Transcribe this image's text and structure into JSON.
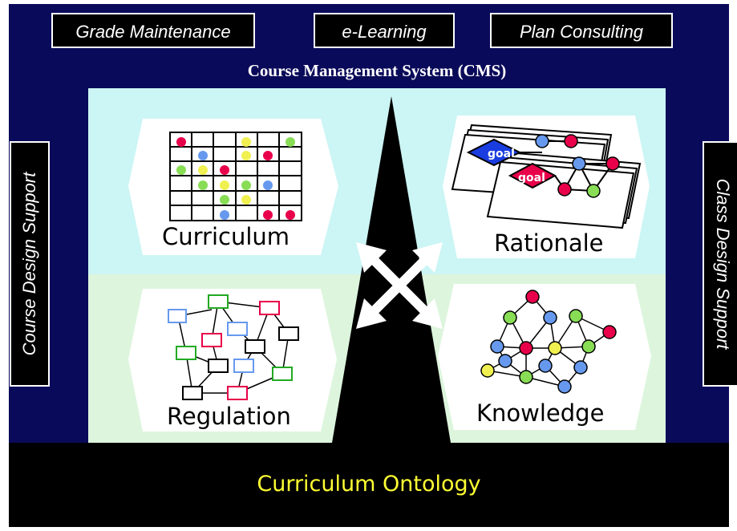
{
  "top_tabs": {
    "grade": "Grade Maintenance",
    "elearning": "e-Learning",
    "plan": "Plan Consulting"
  },
  "cms_title": "Course Management System (CMS)",
  "side_left": "Course Design Support",
  "side_right": "Class Design Support",
  "quadrants": {
    "curriculum": "Curriculum",
    "rationale": "Rationale",
    "regulation": "Regulation",
    "knowledge": "Knowledge",
    "goal_label": "goal"
  },
  "ontology": "Curriculum Ontology",
  "colors": {
    "frame": "#0a0a5a",
    "upper_bg": "#ccf5f5",
    "lower_bg": "#ddf5dd",
    "red": "#e8004a",
    "blue": "#6699ee",
    "green": "#88dd55",
    "yellow": "#f0f050",
    "ontology_text": "#ffff33"
  }
}
